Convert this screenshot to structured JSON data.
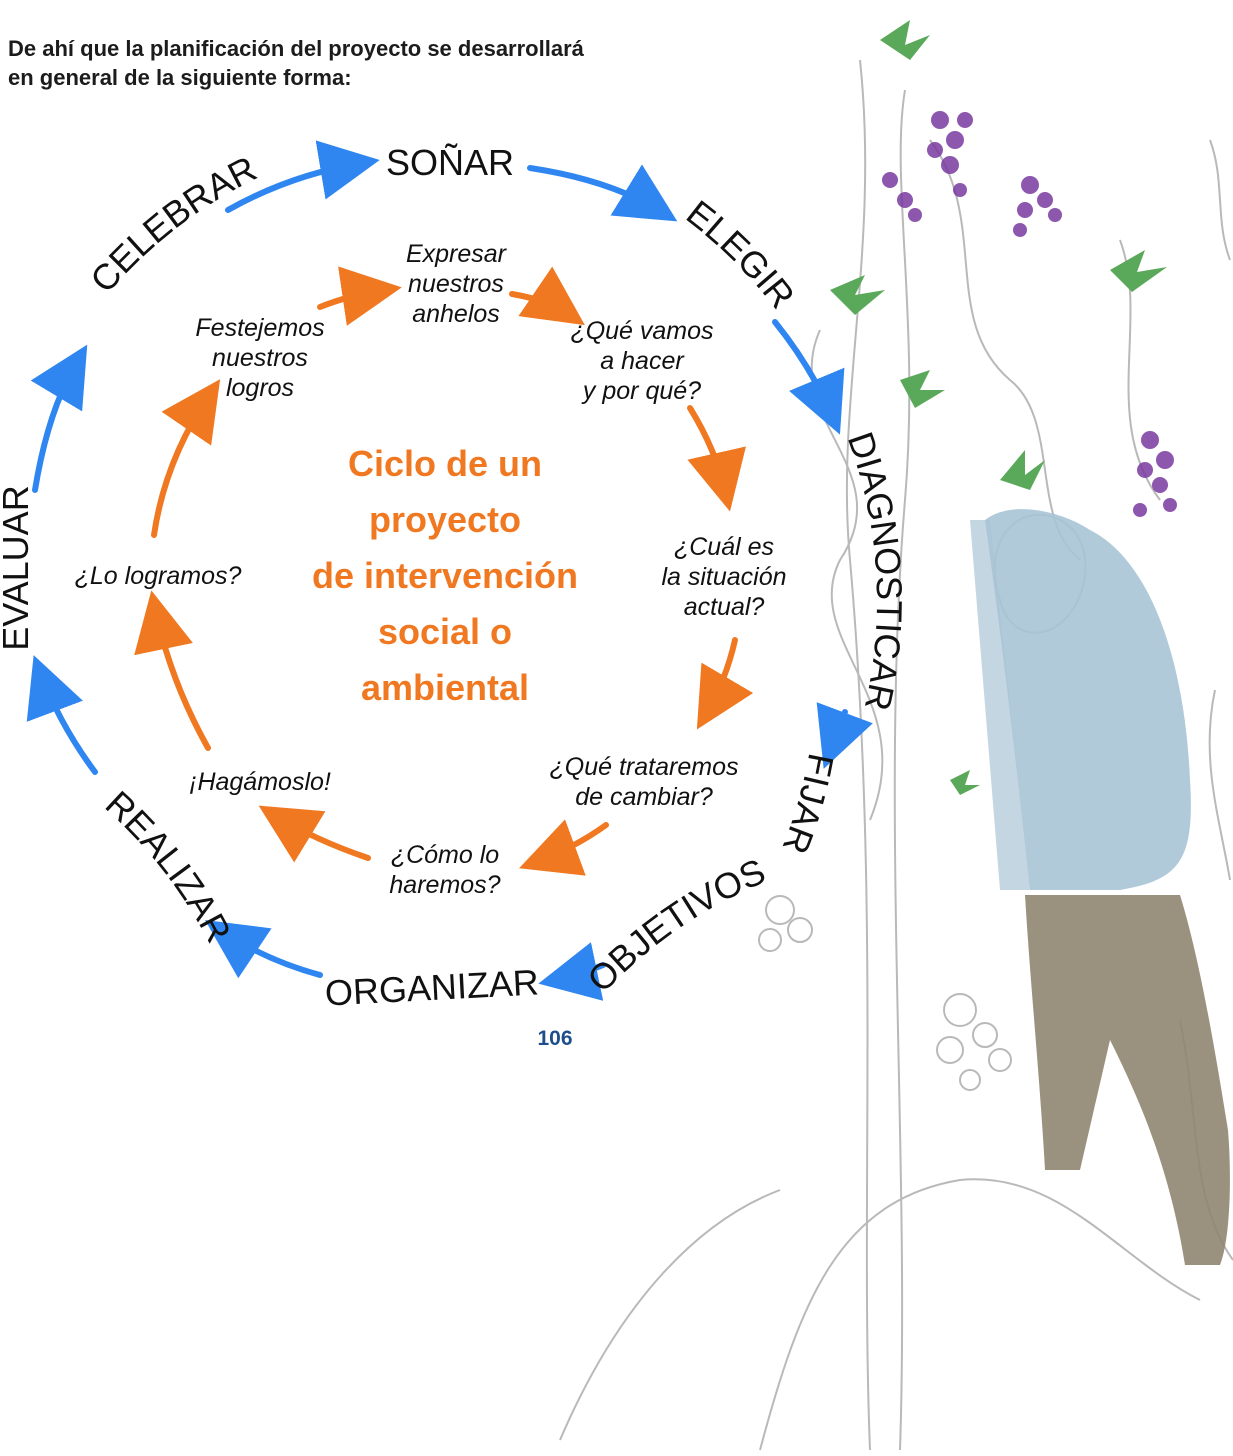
{
  "intro": {
    "line1": "De ahí que la planificación del proyecto se desarrollará",
    "line2": "en general de la siguiente forma:"
  },
  "cycle": {
    "center_title": [
      "Ciclo de un",
      "proyecto",
      "de intervención",
      "social o",
      "ambiental"
    ],
    "outer_stages": [
      "SOÑAR",
      "ELEGIR",
      "DIAGNOSTICAR",
      "FIJAR",
      "OBJETIVOS",
      "ORGANIZAR",
      "REALIZAR",
      "EVALUAR",
      "CELEBRAR"
    ],
    "inner_steps": [
      [
        "Expresar",
        "nuestros",
        "anhelos"
      ],
      [
        "¿Qué vamos",
        "a hacer",
        "y por qué?"
      ],
      [
        "¿Cuál es",
        "la situación",
        "actual?"
      ],
      [
        "¿Qué trataremos",
        "de cambiar?"
      ],
      [
        "¿Cómo lo",
        "haremos?"
      ],
      [
        "¡Hagámoslo!"
      ],
      [
        "¿Lo logramos?"
      ],
      [
        "Festejemos",
        "nuestros",
        "logros"
      ]
    ]
  },
  "colors": {
    "outer_arrows": "#2f86f0",
    "inner_arrows": "#f07820",
    "center_title": "#f07820",
    "page_number": "#1f4e8c"
  },
  "page_number": "106"
}
